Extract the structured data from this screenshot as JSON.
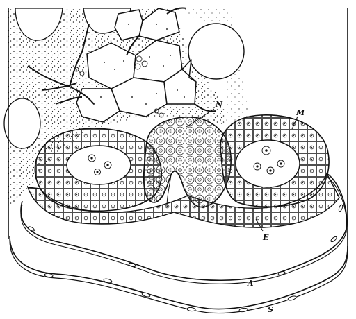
{
  "figure": {
    "labels": {
      "N": "N",
      "M": "M",
      "E": "E",
      "A": "A",
      "S": "S"
    }
  }
}
